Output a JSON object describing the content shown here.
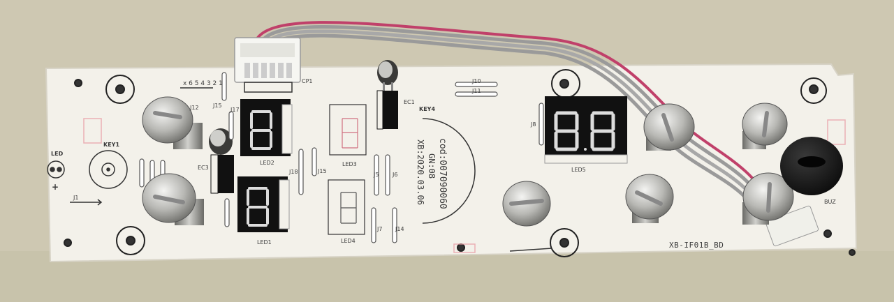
{
  "board": {
    "model": "XB-IF01B_BD",
    "code": "cod:007090060",
    "gn": "GN:08",
    "xb_date": "XB:2020.03.06",
    "colors": {
      "pcb": "#f3f1ea",
      "wire_red": "#c0406a",
      "wire_grey": "#9a9a9a",
      "digit": "#d8d8d8",
      "display": "#1a1a1a"
    }
  },
  "labels": {
    "led": "LED",
    "plus": "+",
    "key1": "KEY1",
    "key4": "KEY4",
    "j1": "J1",
    "j12": "J12",
    "j15": "J15",
    "j17": "J17",
    "j18": "J18",
    "j10": "J10",
    "j11": "J11",
    "j5": "J5",
    "j6": "J6",
    "j7": "J7",
    "j8": "J8",
    "j14": "J14",
    "cp1": "CP1",
    "ec1": "EC1",
    "ec3": "EC3",
    "led1": "LED1",
    "led2": "LED2",
    "led3": "LED3",
    "led4": "LED4",
    "led5": "LED5",
    "buz": "BUZ",
    "hdr_text": "x  6 5 4 3 2 1"
  }
}
